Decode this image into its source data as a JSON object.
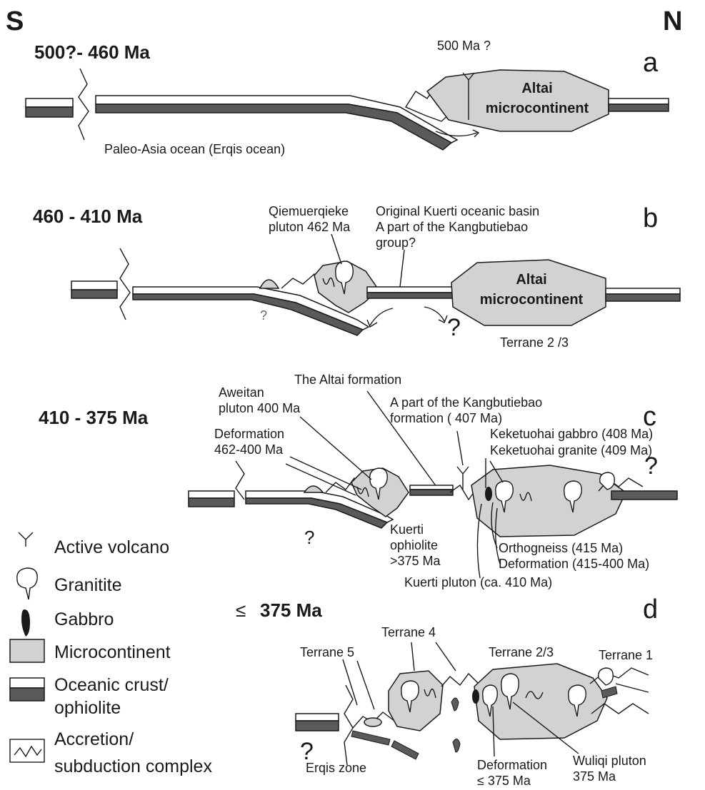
{
  "directions": {
    "south": "S",
    "north": "N"
  },
  "panels": {
    "a": {
      "letter": "a",
      "age": "500?- 460  Ma",
      "volcano_age": "500 Ma ?",
      "micro_line1": "Altai",
      "micro_line2": "microcontinent",
      "ocean": "Paleo-Asia ocean (Erqis ocean)"
    },
    "b": {
      "letter": "b",
      "age": "460 - 410  Ma",
      "pluton_line1": "Qiemuerqieke",
      "pluton_line2": "pluton 462 Ma",
      "basin_line1": "Original Kuerti oceanic basin",
      "basin_line2": "A part of the Kangbutiebao",
      "basin_line3": "group?",
      "micro_line1": "Altai",
      "micro_line2": "microcontinent",
      "qmark_small": "?",
      "qmark_big": "?",
      "terrane": "Terrane 2 /3"
    },
    "c": {
      "letter": "c",
      "age": "410 - 375 Ma",
      "altai_formation": "The Altai formation",
      "aweitan_line1": "Aweitan",
      "aweitan_line2": "pluton 400 Ma",
      "kang_line1": "A part of the Kangbutiebao",
      "kang_line2": "formation ( 407 Ma)",
      "deform_line1": "Deformation",
      "deform_line2": "462-400 Ma",
      "gabbro": "Keketuohai gabbro (408 Ma)",
      "granite": "Keketuohai granite (409 Ma)",
      "ophiolite_line1": "Kuerti",
      "ophiolite_line2": "ophiolite",
      "ophiolite_line3": ">375 Ma",
      "orthogneiss": "Orthogneiss (415 Ma)",
      "deformation2": "Deformation (415-400 Ma)",
      "kuerti_pluton": "Kuerti pluton (ca. 410 Ma)",
      "qmark_small": "?",
      "qmark_big": "?"
    },
    "d": {
      "letter": "d",
      "age_symbol": "≤",
      "age_value": "375 Ma",
      "terrane4": "Terrane 4",
      "terrane5": "Terrane 5",
      "terrane23": "Terrane 2/3",
      "terrane1": "Terrane 1",
      "qmark": "?",
      "erqis": "Erqis zone",
      "deform_line1": "Deformation",
      "deform_line2": "≤ 375 Ma",
      "wuliqi_line1": "Wuliqi pluton",
      "wuliqi_line2": "375 Ma"
    }
  },
  "legend": {
    "volcano": "Active volcano",
    "granitite": "Granitite",
    "gabbro": "Gabbro",
    "microcontinent": "Microcontinent",
    "oceanic_line1": "Oceanic crust/",
    "oceanic_line2": "ophiolite",
    "accretion_line1": "Accretion/",
    "accretion_line2": "subduction complex"
  }
}
